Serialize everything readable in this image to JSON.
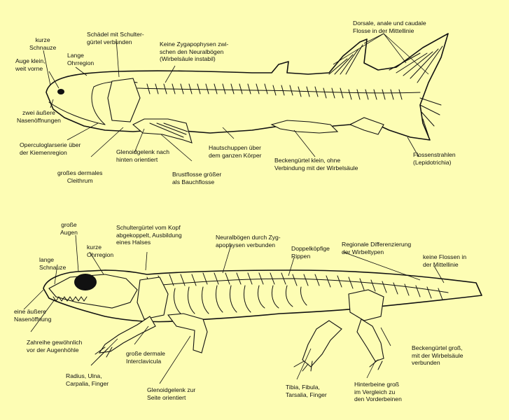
{
  "colors": {
    "background": "#fdfdb4",
    "ink": "#111111"
  },
  "fish": {
    "labels": {
      "short_snout": "kurze\nSchnauze",
      "eye": "Auge klein,\nweit vorne",
      "long_ear_region": "Lange\nOhrregion",
      "skull_shoulder": "Schädel mit Schulter-\ngürtel verbunden",
      "no_zygapophyses": "Keine Zygapophysen zwi-\nschen den Neuralbögen\n(Wirbelsäule instabil)",
      "median_fins": "Dorsale, anale und caudale\nFlosse in der Mittellinie",
      "nostrils": "zwei äußere\nNasenöffnungen",
      "opercular": "Operculoglarserie über\nder Kiemenregion",
      "glenoid": "Glenoidgelenk nach\nhinten orientiert",
      "scales": "Hautschuppen über\ndem ganzen Körper",
      "pelvic_small": "Beckengürtel klein, ohne\nVerbindung mit der Wirbelsäule",
      "fin_rays": "Flossenstrahlen\n(Lepidotrichia)",
      "cleithrum": "großes dermales\nCleithrum",
      "pectoral_fin": "Brustflosse größer\nals Bauchflosse"
    }
  },
  "tetrapod": {
    "labels": {
      "large_eyes": "große\nAugen",
      "short_ear": "kurze\nOhrregion",
      "long_snout": "lange\nSchnauze",
      "shoulder_free": "Schultergürtel vom Kopf\nabgekoppelt, Ausbildung\neines Halses",
      "neural_arches": "Neuralbögen durch Zyg-\napophysen verbunden",
      "double_ribs": "Doppelköpfige\nRippen",
      "regional_diff": "Regionale Differenzierung\nder Wirbeltypen",
      "no_median_fins": "keine Flossen in\nder Mittellinie",
      "one_nostril": "eine äußere\nNasenöffnung",
      "teeth_row": "Zahreihe gewöhnlich\nvor der Augenhöhle",
      "interclavicle": "große dermale\nInterclavicula",
      "pelvic_large": "Beckengürtel groß,\nmit der Wirbelsäule\nverbunden",
      "forelimb": "Radius, Ulna,\nCarpalia, Finger",
      "glenoid_side": "Glenoidgelenk zur\nSeite orientiert",
      "hindlimb": "Tibia, Fibula,\nTarsalia, Finger",
      "hindlimb_large": "Hinterbeine groß\nim Vergleich zu\nden Vorderbeinen"
    }
  }
}
